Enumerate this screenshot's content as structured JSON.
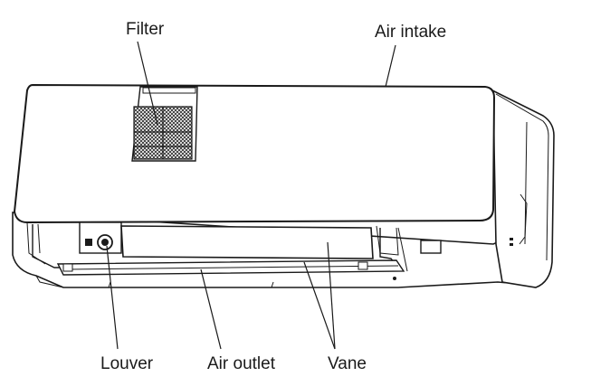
{
  "labels": {
    "filter": "Filter",
    "air_intake": "Air intake",
    "louver": "Louver",
    "air_outlet": "Air outlet",
    "vane": "Vane"
  },
  "colors": {
    "line": "#1a1a1a",
    "panel_fill": "#ffffff",
    "filter_mesh": "#3a3a3a",
    "background": "#ffffff"
  }
}
